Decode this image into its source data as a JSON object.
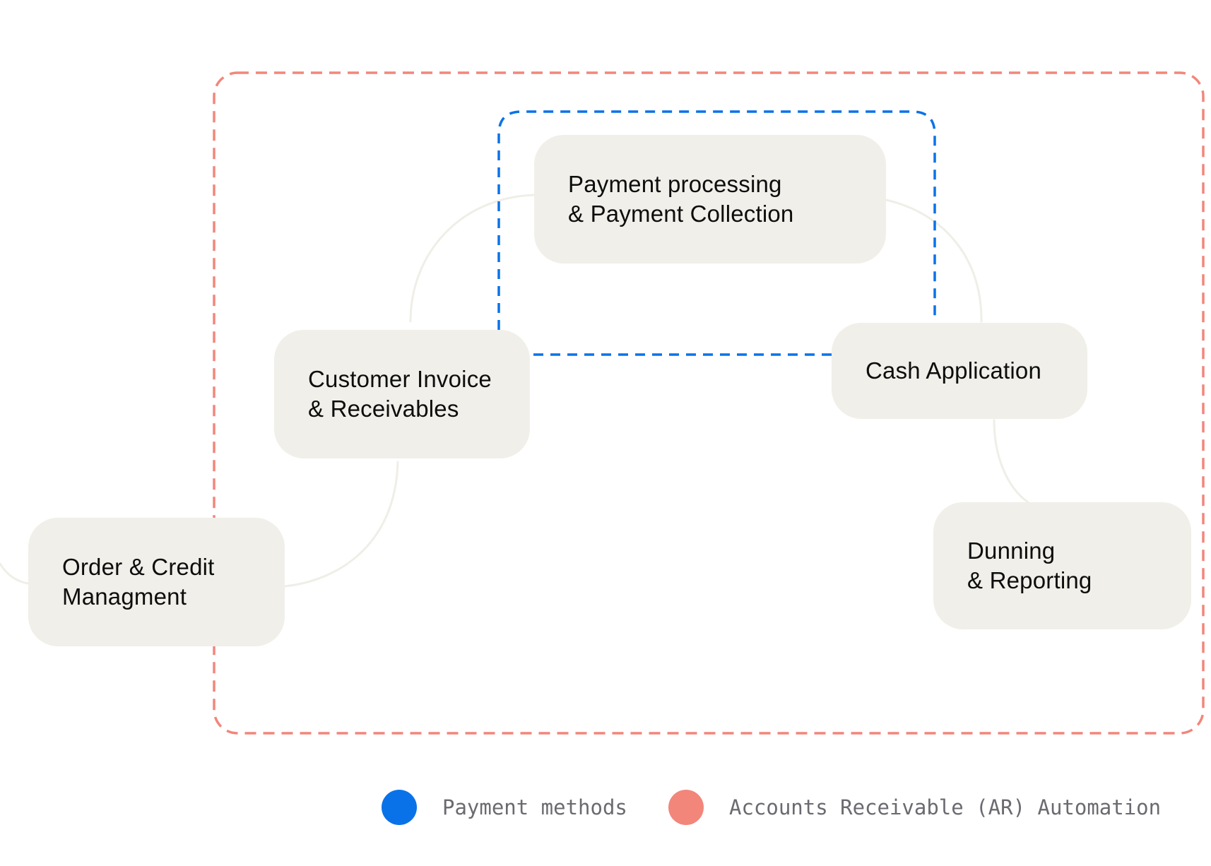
{
  "groups": {
    "ar_automation": {
      "color": "#f2867b"
    },
    "payment_methods": {
      "color": "#0a72e8"
    }
  },
  "connector_color": "#efeee7",
  "nodes": {
    "order": {
      "line1": "Order & Credit",
      "line2": "Managment"
    },
    "invoice": {
      "line1": "Customer Invoice",
      "line2": "& Receivables"
    },
    "payment": {
      "line1": "Payment processing",
      "line2": "& Payment Collection"
    },
    "cash": {
      "line1": "Cash Application"
    },
    "dunning": {
      "line1": "Dunning",
      "line2": "& Reporting"
    }
  },
  "legend": {
    "payment_methods": {
      "label": "Payment methods",
      "color": "#0a72e8"
    },
    "ar_automation": {
      "label": "Accounts Receivable (AR) Automation",
      "color": "#f2867b"
    }
  }
}
